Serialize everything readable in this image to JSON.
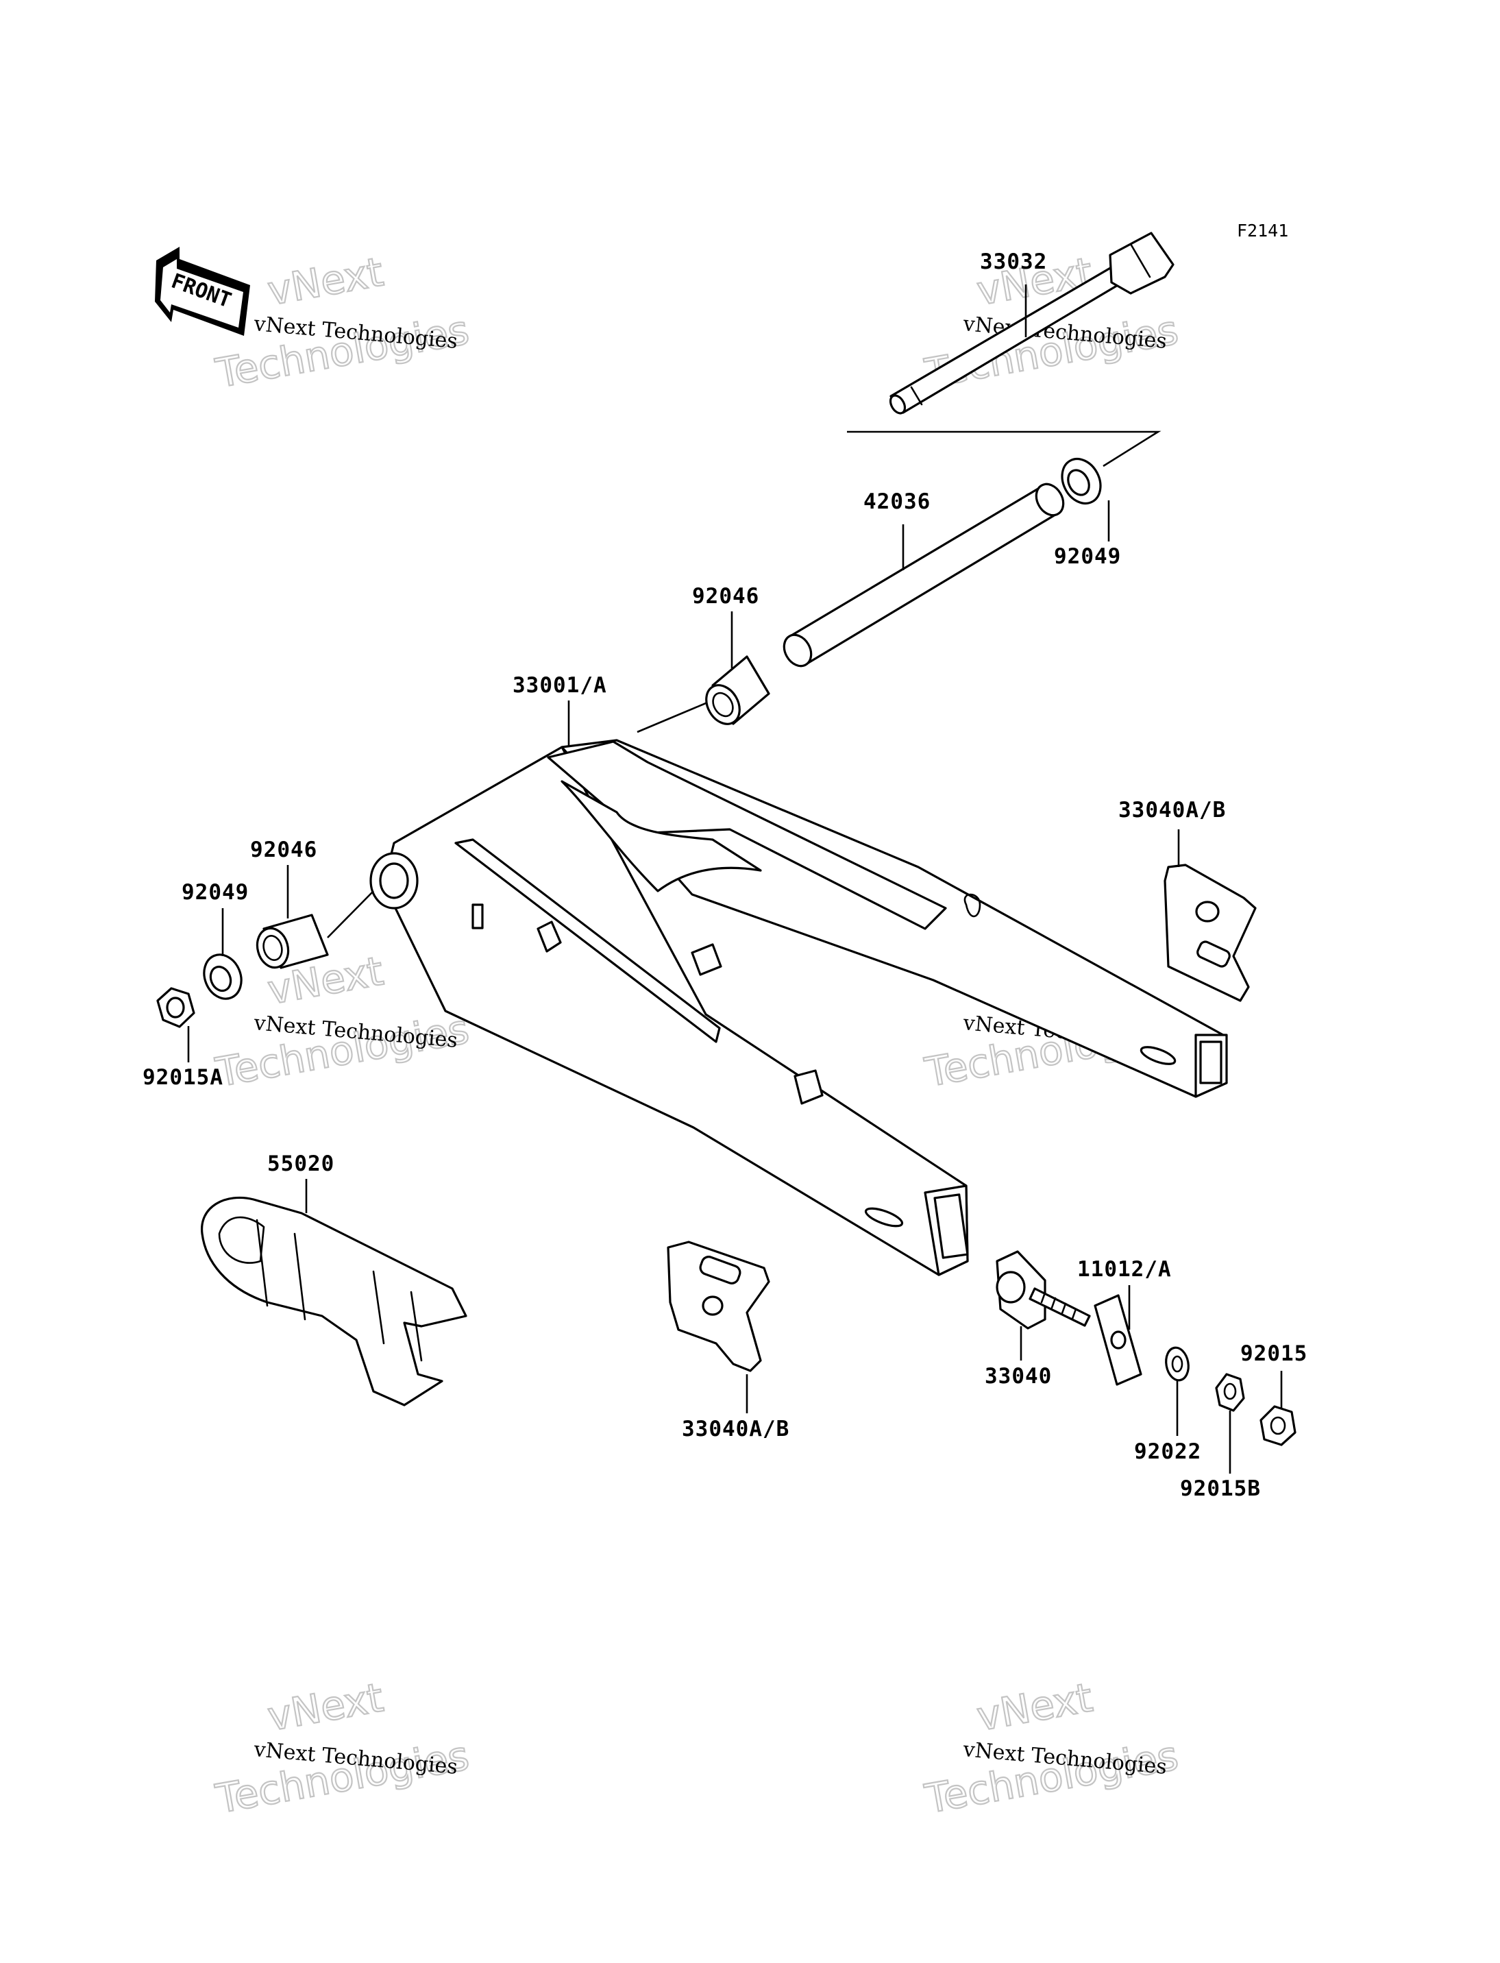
{
  "figure_code": "F2141",
  "front_label": "FRONT",
  "watermark": {
    "line1": "vNext Technologies",
    "big_line1": "vNext",
    "big_line2": "Technologies"
  },
  "callouts": {
    "p33032": "33032",
    "p42036": "42036",
    "p92049_top": "92049",
    "p92046_top": "92046",
    "p33001": "33001/A",
    "p33040AB_right": "33040A/B",
    "p92046_left": "92046",
    "p92049_left": "92049",
    "p92015A": "92015A",
    "p55020": "55020",
    "p33040AB_bottom": "33040A/B",
    "p11012": "11012/A",
    "p33040": "33040",
    "p92022": "92022",
    "p92015B": "92015B",
    "p92015": "92015"
  }
}
